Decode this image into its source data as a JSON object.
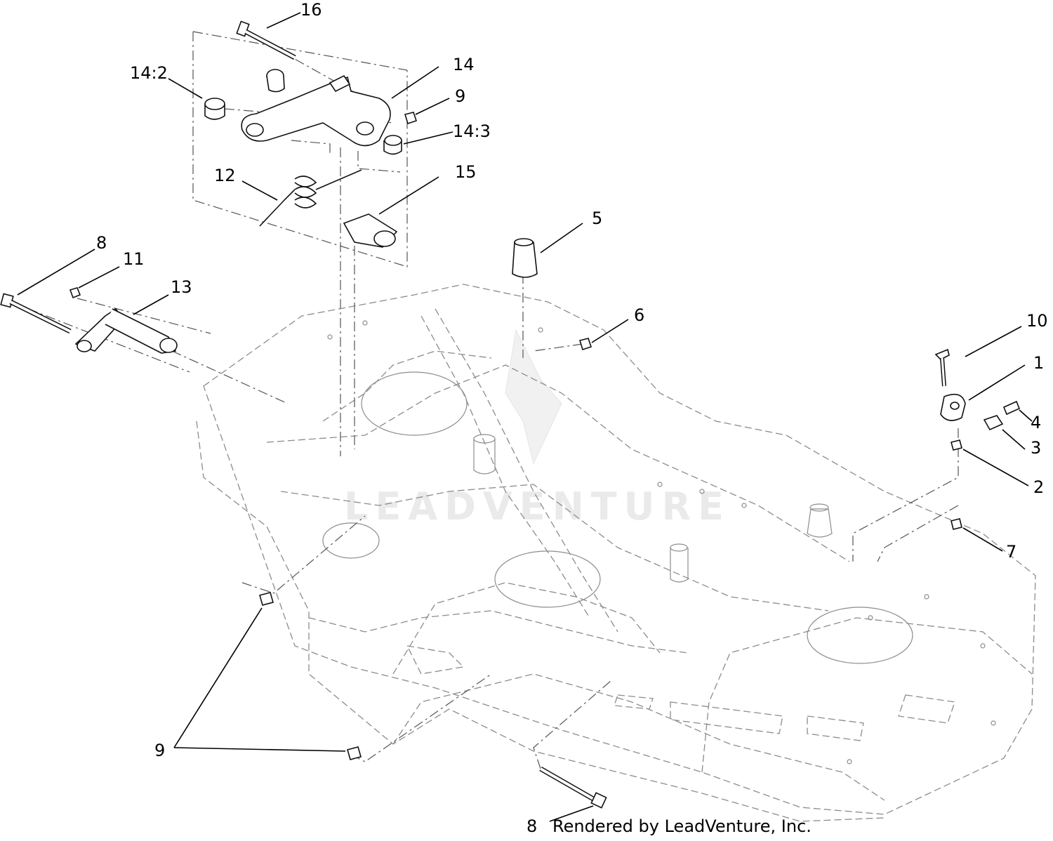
{
  "watermark": "LEADVENTURE",
  "footer": "Rendered by LeadVenture, Inc.",
  "callouts": {
    "c16": "16",
    "c14_2": "14:2",
    "c14": "14",
    "c9_top": "9",
    "c14_3": "14:3",
    "c12": "12",
    "c15": "15",
    "c5": "5",
    "c8_left": "8",
    "c11": "11",
    "c13": "13",
    "c6": "6",
    "c10": "10",
    "c1": "1",
    "c4": "4",
    "c3": "3",
    "c2": "2",
    "c7": "7",
    "c9_bottom": "9",
    "c8_bottom": "8"
  }
}
